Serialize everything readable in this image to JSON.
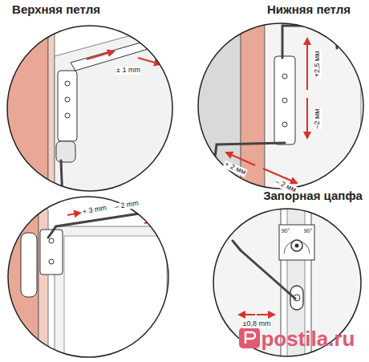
{
  "diagram": {
    "labels": [
      "Верхняя петля",
      "Нижняя петля",
      "± 1 mm",
      "+2,5 мм",
      "–2 мм",
      "+ 2 мм",
      "– 2 мм",
      "+ 3 mm",
      "– 2 mm",
      "Запорная цапфа",
      "90°",
      "90°",
      "±0,8 mm",
      "postila.ru"
    ]
  }
}
